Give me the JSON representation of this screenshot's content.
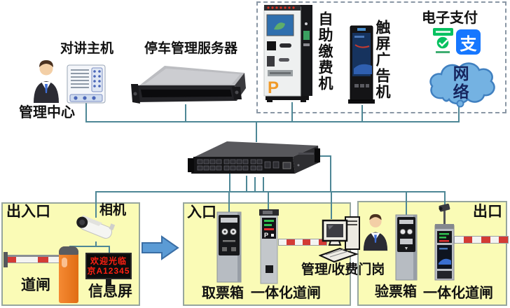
{
  "colors": {
    "connector_line": "#4e8796",
    "zone_fill": "#fafbb6",
    "zone_border": "#97a69e",
    "arrow_blue": "#5b9bd5",
    "led_red": "#ff2012",
    "cloud_fill": "#74b2e2",
    "cloud_stroke": "#4080c0",
    "cloud_text": "#16255e",
    "alipay_blue": "#1677ff",
    "wechat_green": "#07c160",
    "kiosk_p_orange": "#f09a28"
  },
  "top": {
    "intercom_label": "对讲主机",
    "server_label": "停车管理服务器",
    "center_label": "管理中心"
  },
  "hosted": {
    "kiosk_label": "自助缴费机",
    "kiosk_p": "P",
    "ad_label": "触屏广告机",
    "epay_label": "电子支付",
    "alipay_glyph": "支",
    "network_label": "网络"
  },
  "entrance_exit": {
    "title": "出入口",
    "camera_label": "相机",
    "barrier_label": "道闸",
    "screen_label": "信息屏",
    "screen_line1": "欢迎光临",
    "screen_line2": "京A12345"
  },
  "entrance": {
    "title": "入口",
    "ticket_label": "取票箱",
    "barrier_label": "一体化道闸",
    "barrier_p": "P"
  },
  "booth": {
    "label": "管理/收费门岗"
  },
  "exit": {
    "title": "出口",
    "check_label": "验票箱",
    "barrier_label": "一体化道闸"
  }
}
